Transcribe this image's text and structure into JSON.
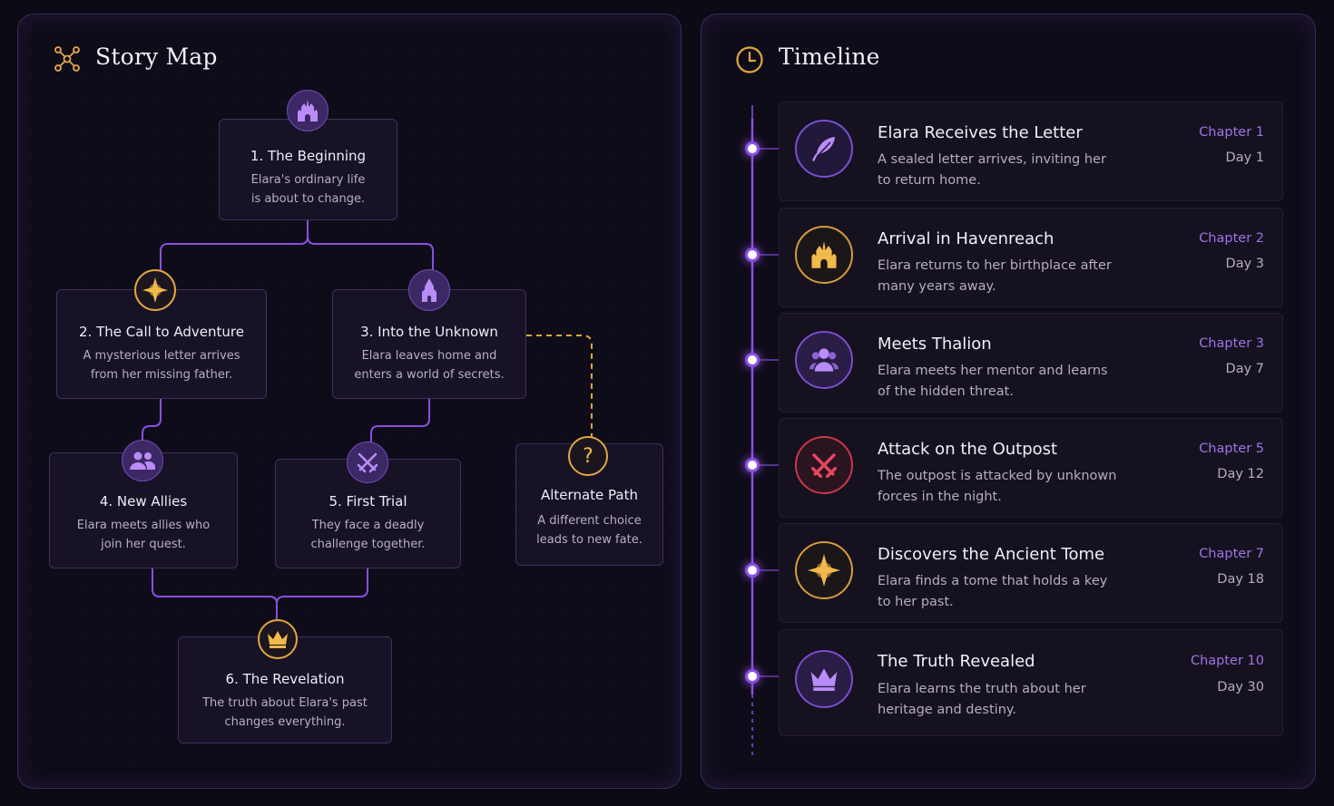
{
  "story_map": {
    "title": "Story Map",
    "title_icon": "network-icon",
    "nodes": [
      {
        "title": "1. The Beginning",
        "desc_line1": "Elara's ordinary life",
        "desc_line2": "is about to change.",
        "icon": "castle-icon",
        "badge": "purple"
      },
      {
        "title": "2. The Call to Adventure",
        "desc_line1": "A mysterious letter arrives",
        "desc_line2": "from her missing father.",
        "icon": "compass-star-icon",
        "badge": "gold"
      },
      {
        "title": "3. Into the Unknown",
        "desc_line1": "Elara leaves home and",
        "desc_line2": "enters a world of secrets.",
        "icon": "tower-icon",
        "badge": "purple"
      },
      {
        "title": "4. New Allies",
        "desc_line1": "Elara meets allies who",
        "desc_line2": "join her quest.",
        "icon": "people-icon",
        "badge": "purple"
      },
      {
        "title": "5. First Trial",
        "desc_line1": "They face a deadly",
        "desc_line2": "challenge together.",
        "icon": "crossed-swords-icon",
        "badge": "purple"
      },
      {
        "title": "Alternate Path",
        "desc_line1": "A different choice",
        "desc_line2": "leads to new fate.",
        "icon": "question-icon",
        "badge": "gold"
      },
      {
        "title": "6. The Revelation",
        "desc_line1": "The truth about Elara's past",
        "desc_line2": "changes everything.",
        "icon": "crown-icon",
        "badge": "gold"
      }
    ]
  },
  "timeline": {
    "title": "Timeline",
    "title_icon": "clock-icon",
    "events": [
      {
        "title": "Elara Receives the Letter",
        "desc_line1": "A sealed letter arrives, inviting her",
        "desc_line2": "to return home.",
        "chapter": "Chapter 1",
        "day": "Day 1",
        "icon": "feather-icon",
        "tone": "purple"
      },
      {
        "title": "Arrival in Havenreach",
        "desc_line1": "Elara returns to her birthplace after",
        "desc_line2": "many years away.",
        "chapter": "Chapter 2",
        "day": "Day 3",
        "icon": "castle-icon",
        "tone": "gold"
      },
      {
        "title": "Meets Thalion",
        "desc_line1": "Elara meets her mentor and learns",
        "desc_line2": "of the hidden threat.",
        "chapter": "Chapter 3",
        "day": "Day 7",
        "icon": "people-icon",
        "tone": "purple"
      },
      {
        "title": "Attack on the Outpost",
        "desc_line1": "The outpost is attacked by unknown",
        "desc_line2": "forces in the night.",
        "chapter": "Chapter 5",
        "day": "Day 12",
        "icon": "crossed-swords-icon",
        "tone": "red"
      },
      {
        "title": "Discovers the Ancient Tome",
        "desc_line1": "Elara finds a tome that holds a key",
        "desc_line2": "to her past.",
        "chapter": "Chapter 7",
        "day": "Day 18",
        "icon": "compass-star-icon",
        "tone": "gold"
      },
      {
        "title": "The Truth Revealed",
        "desc_line1": "Elara learns the truth about her",
        "desc_line2": "heritage and destiny.",
        "chapter": "Chapter 10",
        "day": "Day 30",
        "icon": "crown-icon",
        "tone": "purple"
      }
    ]
  },
  "colors": {
    "accent_purple": "#8b4fe6",
    "accent_gold": "#e1a73c",
    "accent_red": "#c9374f",
    "background": "#0c0a14"
  }
}
